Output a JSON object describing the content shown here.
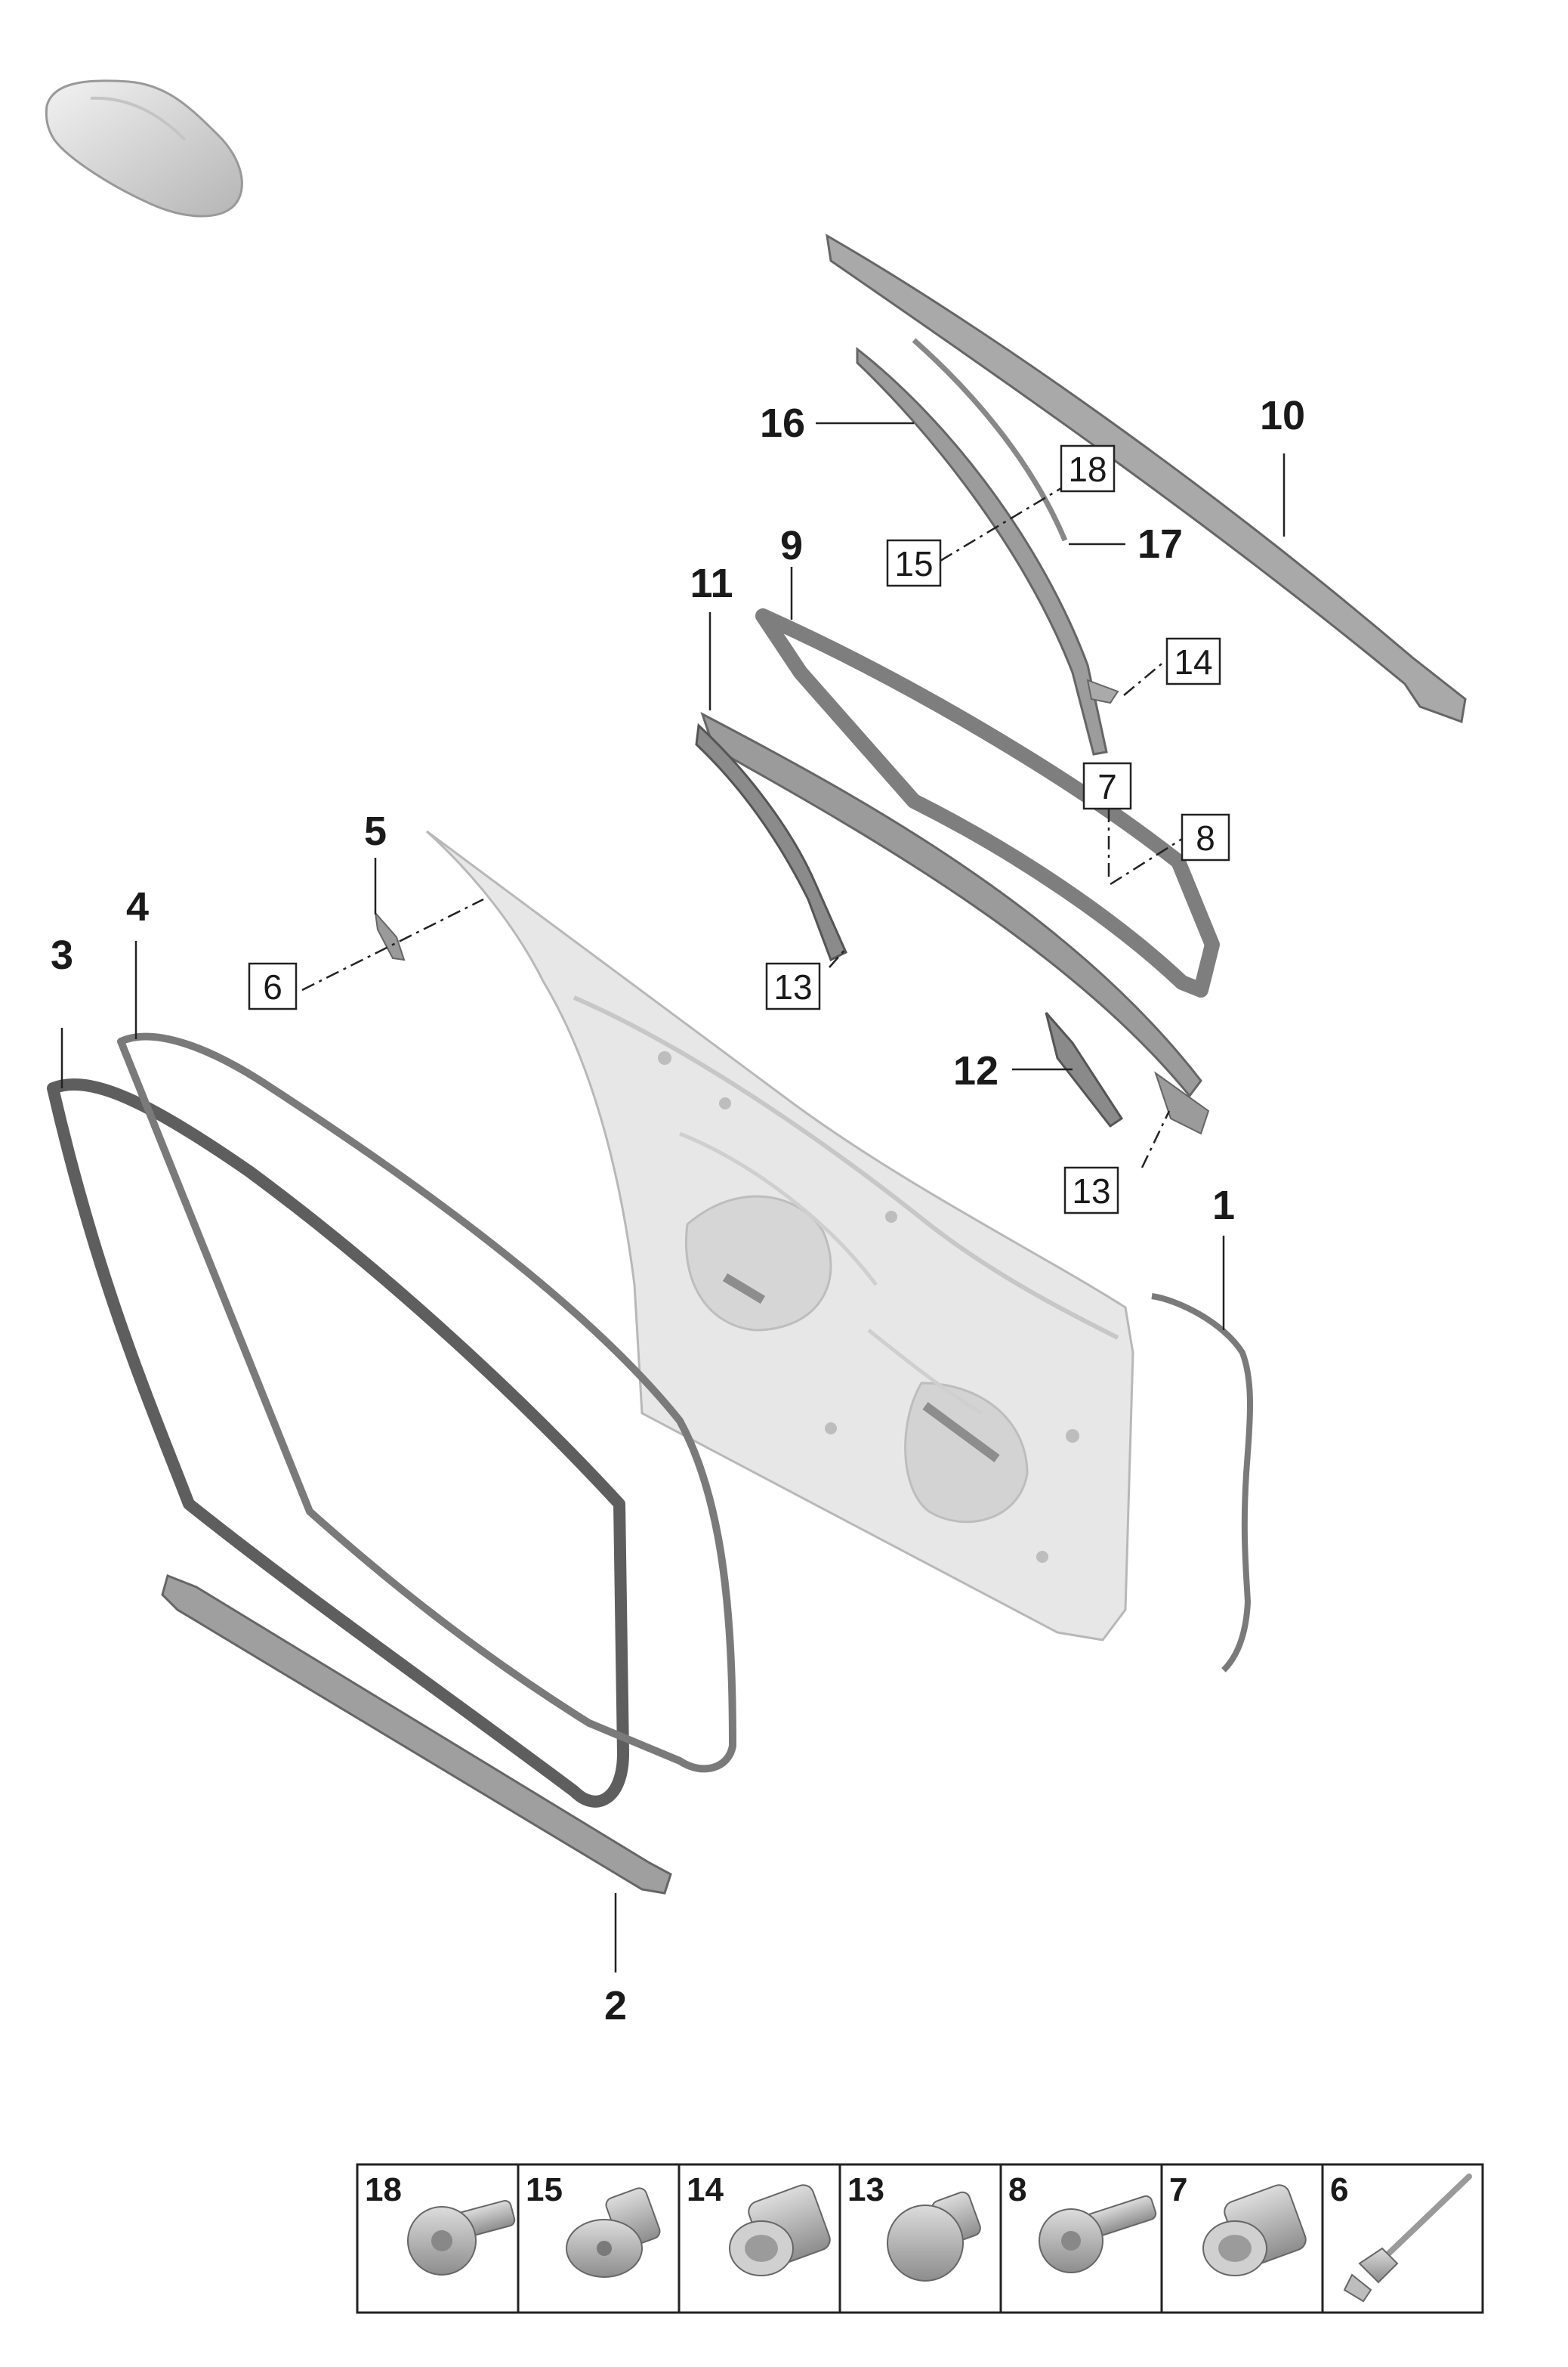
{
  "callouts": [
    "1",
    "2",
    "3",
    "4",
    "5",
    "9",
    "10",
    "11",
    "12",
    "16",
    "17"
  ],
  "boxed_refs": [
    "6",
    "7",
    "8",
    "13",
    "13",
    "14",
    "15",
    "18"
  ],
  "legend": {
    "items": [
      {
        "number": "18",
        "icon": "torx-bolt-icon"
      },
      {
        "number": "15",
        "icon": "collar-stud-icon"
      },
      {
        "number": "14",
        "icon": "knurled-insert-icon"
      },
      {
        "number": "13",
        "icon": "dome-nut-icon"
      },
      {
        "number": "8",
        "icon": "hex-bolt-icon"
      },
      {
        "number": "7",
        "icon": "knurled-insert-icon"
      },
      {
        "number": "6",
        "icon": "clip-pin-icon"
      }
    ]
  },
  "colors": {
    "part_gray": "#9a9a9a",
    "door_light": "#e4e4e4",
    "line": "#222222"
  }
}
